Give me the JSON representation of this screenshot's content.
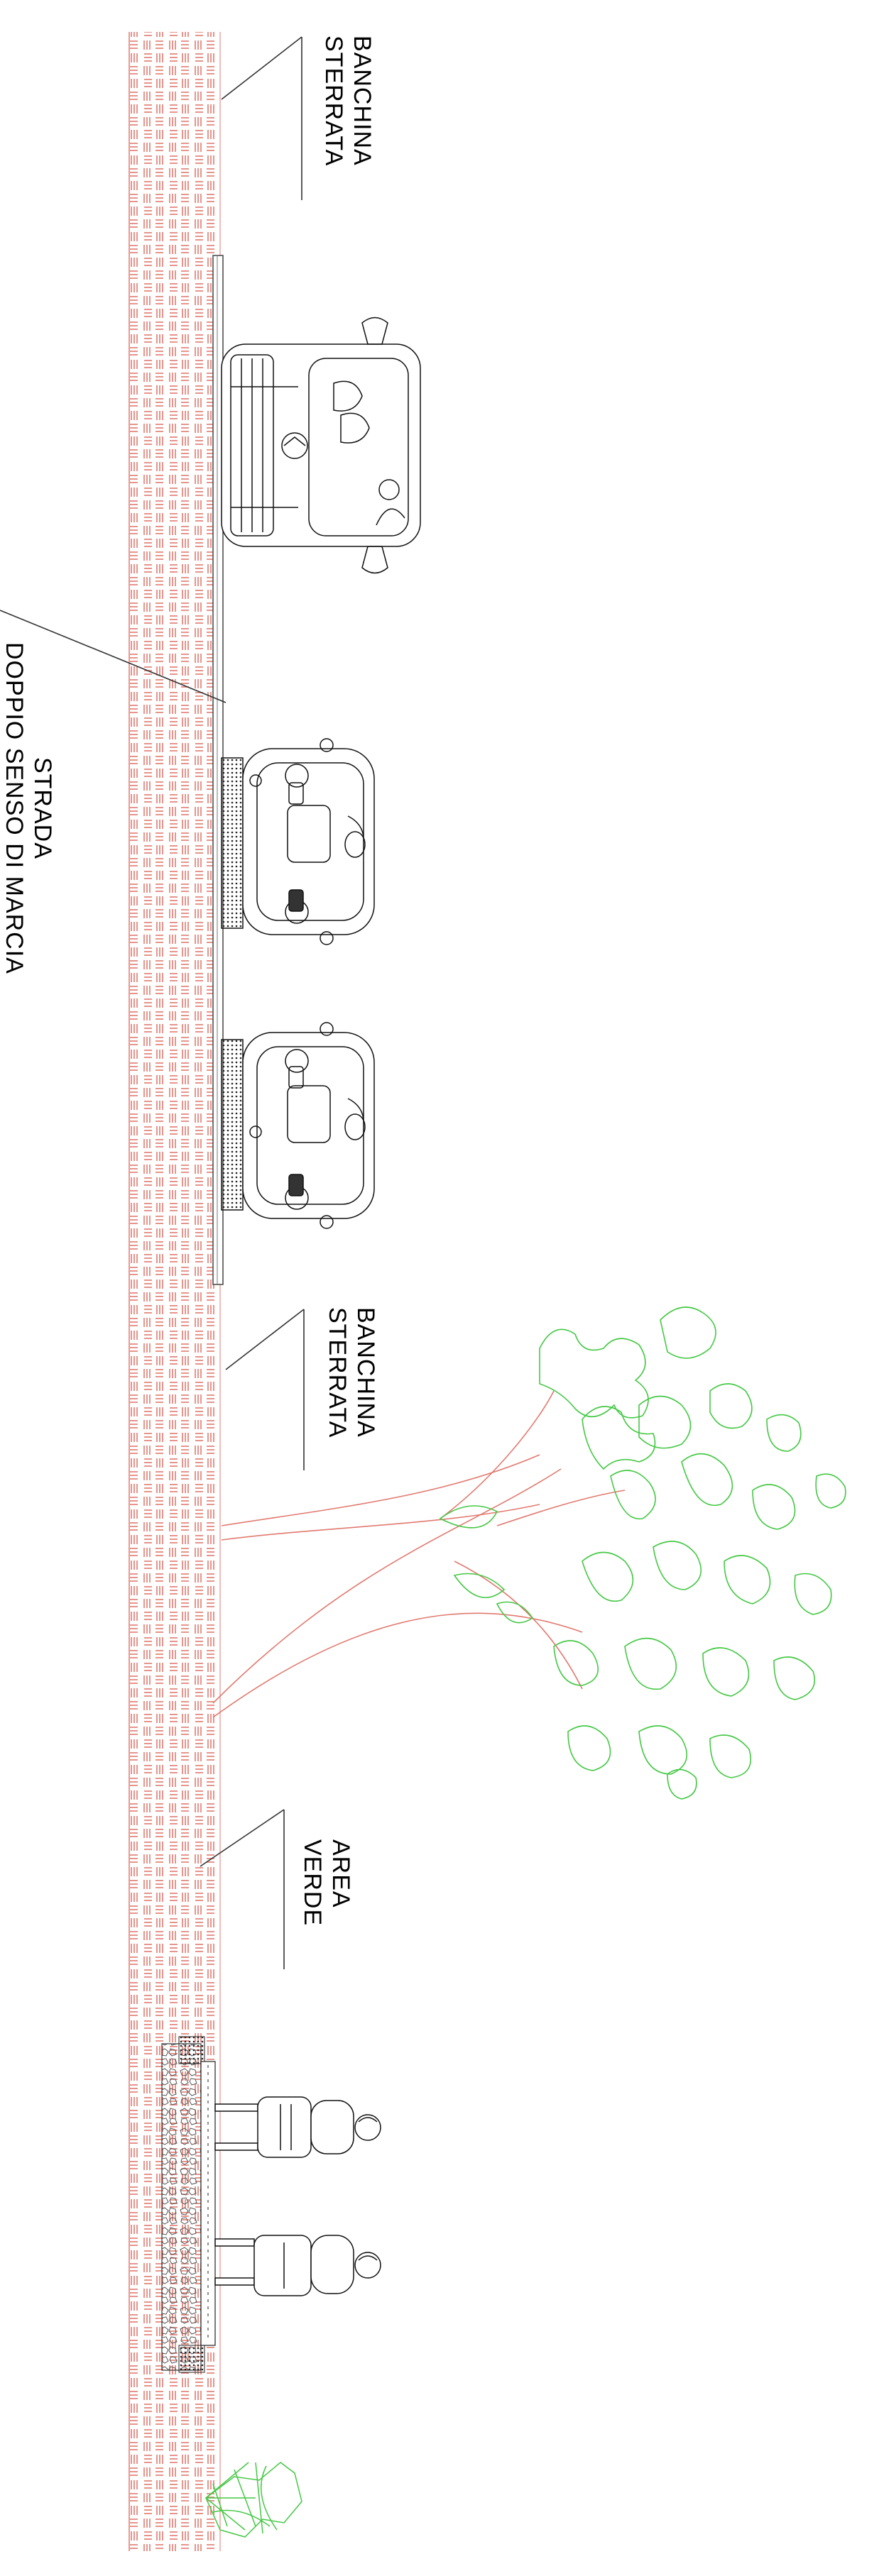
{
  "labels": {
    "banchina_top": [
      "BANCHINA",
      "STERRATA"
    ],
    "strada": [
      "STRADA",
      "DOPPIO SENSO DI MARCIA"
    ],
    "banchina_mid": [
      "BANCHINA",
      "STERRATA"
    ],
    "area_verde": [
      "AREA",
      "VERDE"
    ]
  },
  "colors": {
    "ground": "#e07a70",
    "foliage": "#45c845",
    "line": "#000000",
    "road": "#9a9a9a"
  },
  "icons": [
    "car-icon",
    "tree-icon",
    "person-icon",
    "shrub-icon"
  ]
}
